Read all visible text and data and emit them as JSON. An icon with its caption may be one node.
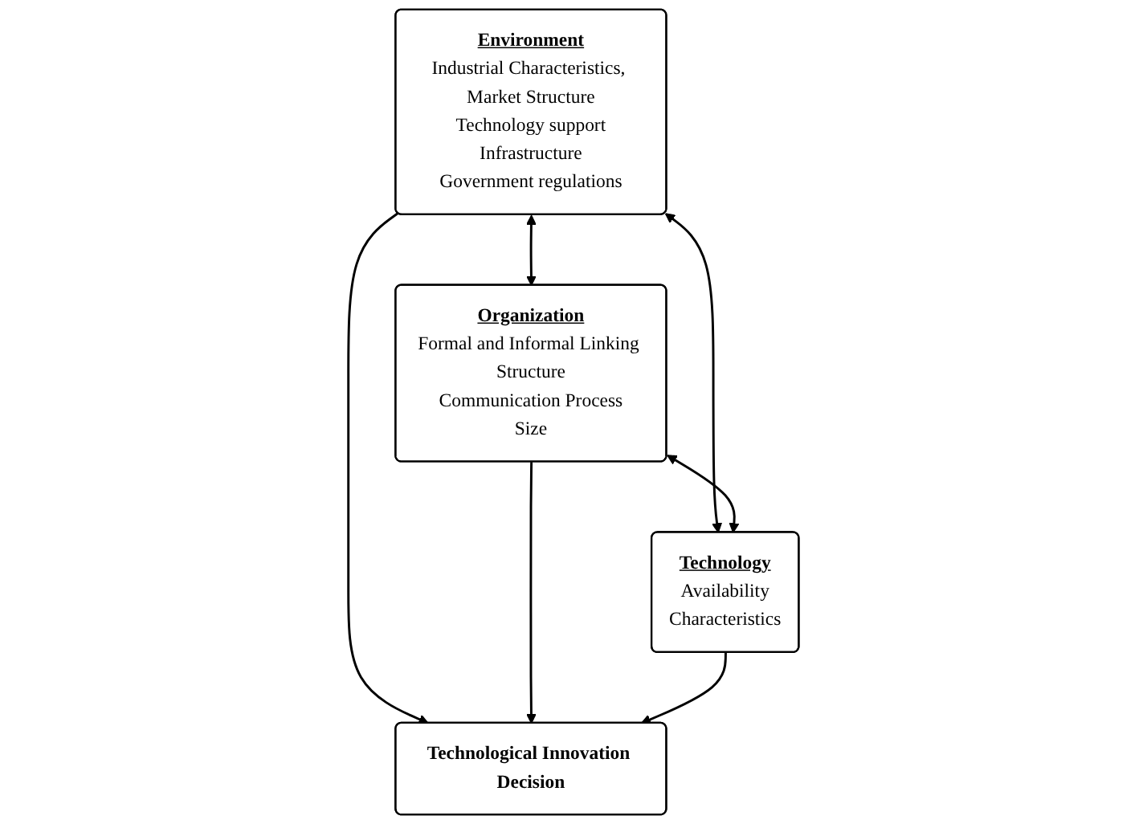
{
  "diagram": {
    "nodes": [
      {
        "text": [
          "Environment",
          "Industrial Characteristics, Market Structure",
          "Technology support",
          "Infrastructure",
          "Government regulations"
        ]
      },
      {
        "text": [
          "Organization",
          "Formal and Informal Linking Structure",
          "Communication Process",
          "Size"
        ]
      },
      {
        "text": [
          "Technological Innovation Decision"
        ]
      },
      {
        "text": [
          "Technology",
          "Availability",
          "Characteristics"
        ]
      }
    ],
    "edges": [
      {
        "from": 0,
        "to": 1,
        "arrow": "both"
      },
      {
        "from": 0,
        "to": 2,
        "arrow": "to"
      },
      {
        "from": 1,
        "to": 2,
        "arrow": "to"
      },
      {
        "from": 0,
        "to": 3,
        "arrow": "both"
      },
      {
        "from": 1,
        "to": 3,
        "arrow": "both"
      },
      {
        "from": 3,
        "to": 2,
        "arrow": "to"
      }
    ]
  }
}
